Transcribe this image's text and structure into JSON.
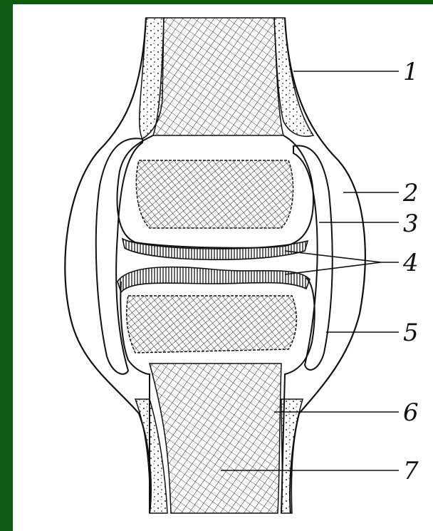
{
  "colors": {
    "border": "#0e5a0e",
    "ink": "#111111",
    "paper": "#ffffff",
    "cartilage": "#2a2a2a"
  },
  "callouts": [
    {
      "number": "1"
    },
    {
      "number": "2"
    },
    {
      "number": "3"
    },
    {
      "number": "4"
    },
    {
      "number": "5"
    },
    {
      "number": "6"
    },
    {
      "number": "7"
    }
  ]
}
